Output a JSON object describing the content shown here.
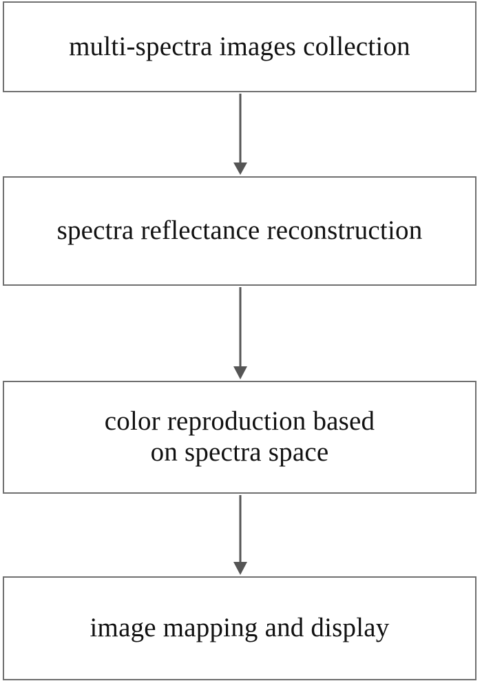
{
  "flowchart": {
    "steps": [
      {
        "label": "multi-spectra images collection"
      },
      {
        "label": "spectra reflectance reconstruction"
      },
      {
        "label": "color reproduction based\non spectra space"
      },
      {
        "label": "image mapping and display"
      }
    ],
    "colors": {
      "box_border": "#6f6f6f",
      "arrow": "#555555",
      "text": "#111111",
      "background": "#ffffff"
    }
  }
}
